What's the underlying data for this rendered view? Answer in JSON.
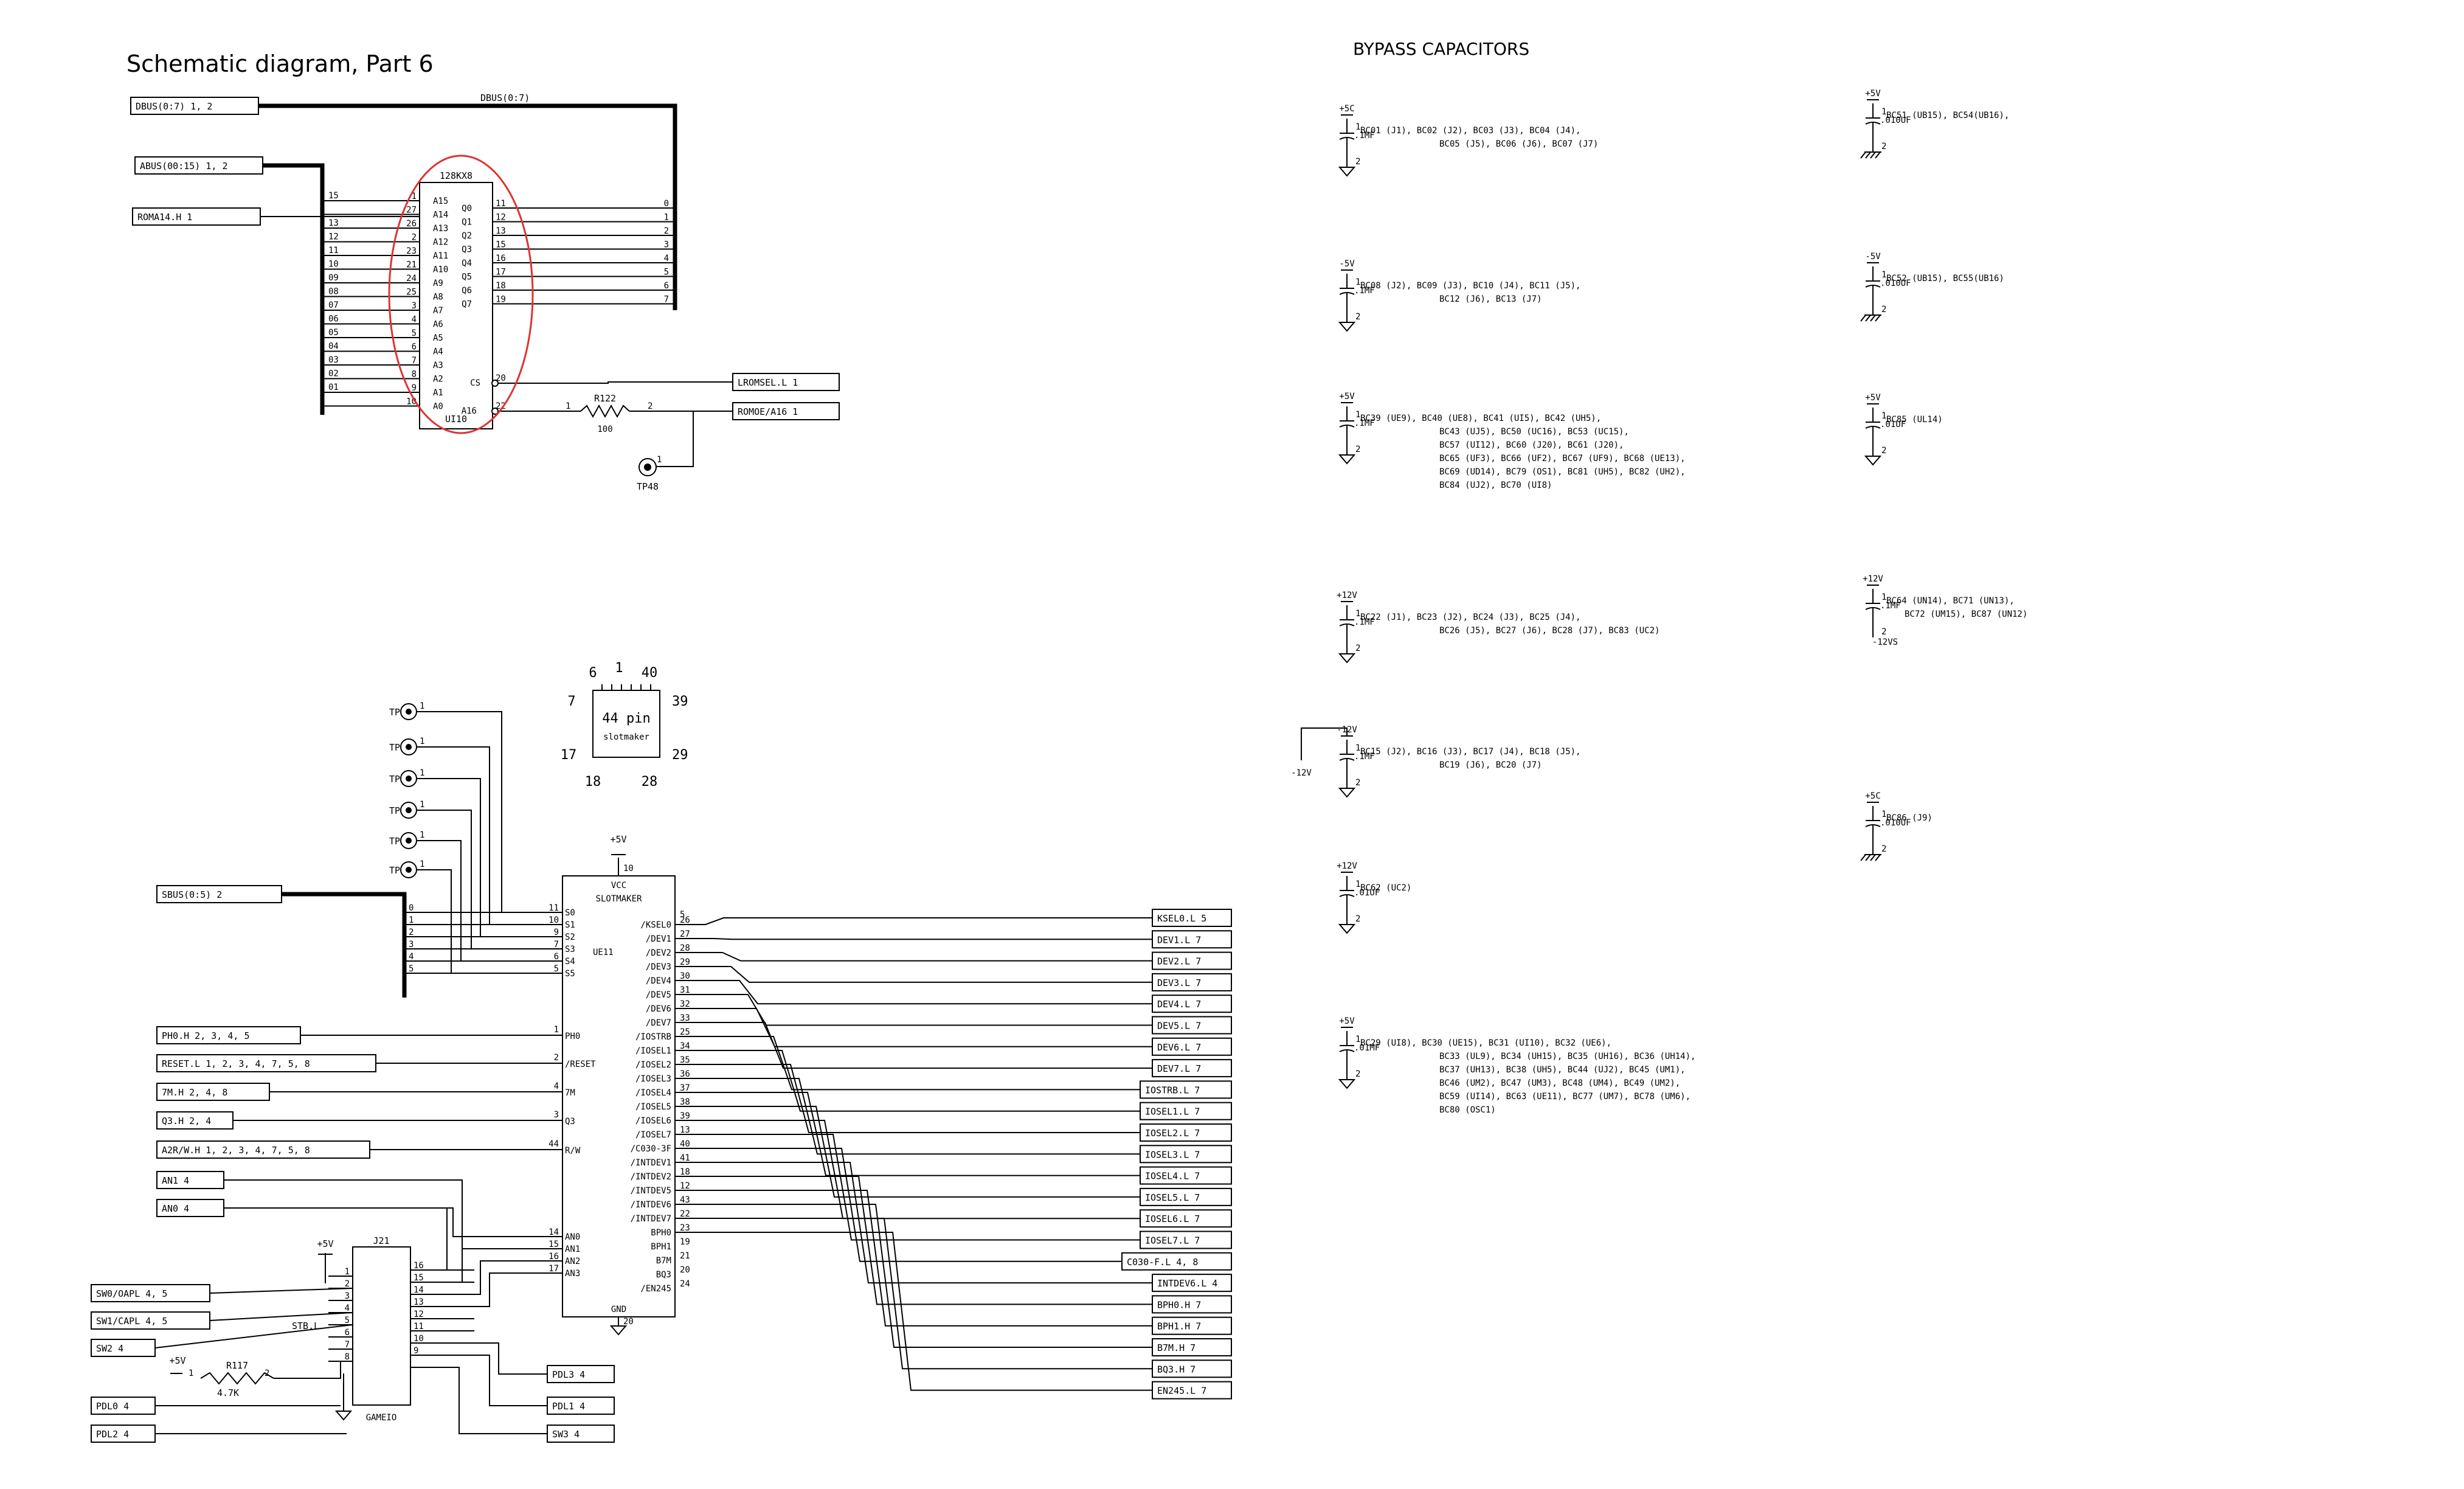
{
  "titles": {
    "schematic": "Schematic diagram, Part 6",
    "bypass": "BYPASS CAPACITORS"
  },
  "rom": {
    "inputs": [
      {
        "label": "DBUS(0:7) 1, 2"
      },
      {
        "label": "ABUS(00:15) 1, 2"
      },
      {
        "label": "ROMA14.H 1"
      }
    ],
    "dbus_label": "DBUS(0:7)",
    "part": "128KX8",
    "ref": "UI10",
    "addr_pins": [
      "A15",
      "A14",
      "A13",
      "A12",
      "A11",
      "A10",
      "A9",
      "A8",
      "A7",
      "A6",
      "A5",
      "A4",
      "A3",
      "A2",
      "A1",
      "A0"
    ],
    "addr_nums": [
      "1",
      "27",
      "26",
      "2",
      "23",
      "21",
      "24",
      "25",
      "3",
      "4",
      "5",
      "6",
      "7",
      "8",
      "9",
      "10"
    ],
    "bus_bits": [
      "15",
      "13",
      "12",
      "11",
      "10",
      "09",
      "08",
      "07",
      "06",
      "05",
      "04",
      "03",
      "02",
      "01",
      "00"
    ],
    "data_pins": [
      "Q0",
      "Q1",
      "Q2",
      "Q3",
      "Q4",
      "Q5",
      "Q6",
      "Q7"
    ],
    "data_nums": [
      "11",
      "12",
      "13",
      "15",
      "16",
      "17",
      "18",
      "19"
    ],
    "data_bits": [
      "0",
      "1",
      "2",
      "3",
      "4",
      "5",
      "6",
      "7"
    ],
    "cs_pin": "CS",
    "cs_num": "20",
    "a16_pin": "A16",
    "a16_num": "22",
    "r_ref": "R122",
    "r_val": "100",
    "r_pin1": "1",
    "r_pin2": "2",
    "outputs": [
      {
        "label": "LROMSEL.L 1"
      },
      {
        "label": "ROMOE/A16 1"
      }
    ],
    "tp": "TP48",
    "tp_pin": "1"
  },
  "package": {
    "text1": "44 pin",
    "text2": "slotmaker",
    "n6": "6",
    "n1": "1",
    "n40": "40",
    "n7": "7",
    "n39": "39",
    "n17": "17",
    "n29": "29",
    "n18": "18",
    "n28": "28"
  },
  "slot": {
    "vcc_label": "+5V",
    "vcc_pin": "10",
    "vcc": "VCC",
    "name": "SLOTMAKER",
    "ref": "UE11",
    "gnd": "GND",
    "gnd_pin": "20",
    "tps": [
      {
        "label": "TP55",
        "pin": "1"
      },
      {
        "label": "TP54",
        "pin": "1"
      },
      {
        "label": "TP53",
        "pin": "1"
      },
      {
        "label": "TP52",
        "pin": "1"
      },
      {
        "label": "TP51",
        "pin": "1"
      },
      {
        "label": "TP50",
        "pin": "1"
      }
    ],
    "sbus": {
      "label": "SBUS(0:5) 2"
    },
    "s_pins": [
      {
        "n": "11",
        "p": "S0",
        "b": "0"
      },
      {
        "n": "10",
        "p": "S1",
        "b": "1"
      },
      {
        "n": "9",
        "p": "S2",
        "b": "2"
      },
      {
        "n": "7",
        "p": "S3",
        "b": "3"
      },
      {
        "n": "6",
        "p": "S4",
        "b": "4"
      },
      {
        "n": "5",
        "p": "S5",
        "b": "5"
      }
    ],
    "left_inputs": [
      {
        "label": "PH0.H 2, 3, 4, 5",
        "n": "1",
        "p": "PH0"
      },
      {
        "label": "RESET.L 1, 2, 3, 4, 7, 5, 8",
        "n": "2",
        "p": "/RESET"
      },
      {
        "label": "7M.H 2, 4, 8",
        "n": "4",
        "p": "7M"
      },
      {
        "label": "Q3.H 2, 4",
        "n": "3",
        "p": "Q3"
      },
      {
        "label": "A2R/W.H 1, 2, 3, 4, 7, 5, 8",
        "n": "44",
        "p": "R/W"
      }
    ],
    "an_pins": [
      {
        "n": "14",
        "p": "AN0"
      },
      {
        "n": "15",
        "p": "AN1"
      },
      {
        "n": "16",
        "p": "AN2"
      },
      {
        "n": "17",
        "p": "AN3"
      }
    ],
    "an_inputs": [
      {
        "label": "AN1 4"
      },
      {
        "label": "AN0 4"
      }
    ],
    "right_pins": [
      {
        "p": "/KSEL0",
        "n": "26",
        "out": "KSEL0.L 5"
      },
      {
        "p": "/DEV1",
        "n": "27",
        "out": "DEV1.L 7"
      },
      {
        "p": "/DEV2",
        "n": "28",
        "out": "DEV2.L 7"
      },
      {
        "p": "/DEV3",
        "n": "29",
        "out": "DEV3.L 7"
      },
      {
        "p": "/DEV4",
        "n": "30",
        "out": "DEV4.L 7"
      },
      {
        "p": "/DEV5",
        "n": "31",
        "out": "DEV5.L 7"
      },
      {
        "p": "/DEV6",
        "n": "32",
        "out": "DEV6.L 7"
      },
      {
        "p": "/DEV7",
        "n": "33",
        "out": "DEV7.L 7"
      },
      {
        "p": "/IOSTRB",
        "n": "25",
        "out": "IOSTRB.L 7"
      },
      {
        "p": "/IOSEL1",
        "n": "34",
        "out": "IOSEL1.L 7"
      },
      {
        "p": "/IOSEL2",
        "n": "35",
        "out": "IOSEL2.L 7"
      },
      {
        "p": "/IOSEL3",
        "n": "36",
        "out": "IOSEL3.L 7"
      },
      {
        "p": "/IOSEL4",
        "n": "37",
        "out": "IOSEL4.L 7"
      },
      {
        "p": "/IOSEL5",
        "n": "38",
        "out": "IOSEL5.L 7"
      },
      {
        "p": "/IOSEL6",
        "n": "39",
        "out": "IOSEL6.L 7"
      },
      {
        "p": "/IOSEL7",
        "n": "13",
        "out": "IOSEL7.L 7"
      },
      {
        "p": "/C030-3F",
        "n": "40",
        "out": "C030-F.L 4, 8"
      },
      {
        "p": "/INTDEV1",
        "n": "41",
        "out": "INTDEV6.L 4"
      },
      {
        "p": "/INTDEV2",
        "n": "18",
        "out": "BPH0.H 7"
      },
      {
        "p": "/INTDEV5",
        "n": "12",
        "out": "BPH1.H 7"
      },
      {
        "p": "/INTDEV6",
        "n": "43",
        "out": "B7M.H 7"
      },
      {
        "p": "/INTDEV7",
        "n": "22",
        "out": "BQ3.H 7"
      },
      {
        "p": "BPH0",
        "n": "23",
        "out": "EN245.L 7"
      },
      {
        "p": "BPH1",
        "n": "19",
        "out": ""
      },
      {
        "p": "B7M",
        "n": "21",
        "out": ""
      },
      {
        "p": "BQ3",
        "n": "20",
        "out": ""
      },
      {
        "p": "/EN245",
        "n": "24",
        "out": ""
      }
    ],
    "pin5": "5"
  },
  "game": {
    "ref": "J21",
    "name": "GAMEIO",
    "vcc": "+5V",
    "left_nums": [
      "1",
      "2",
      "3",
      "4",
      "5",
      "6",
      "7",
      "8"
    ],
    "right_nums": [
      "16",
      "15",
      "14",
      "13",
      "12",
      "11",
      "10",
      "9"
    ],
    "left_inputs": [
      {
        "label": "SW0/OAPL 4, 5"
      },
      {
        "label": "SW1/CAPL 4, 5"
      },
      {
        "label": "SW2 4"
      },
      {
        "label": "PDL0 4"
      },
      {
        "label": "PDL2 4"
      }
    ],
    "stb": "STB.L",
    "r_ref": "R117",
    "r_val": "4.7K",
    "r_vcc": "+5V",
    "r_p1": "1",
    "r_p2": "2",
    "right_outputs": [
      {
        "label": "PDL3 4"
      },
      {
        "label": "PDL1 4"
      },
      {
        "label": "SW3 4"
      }
    ]
  },
  "caps": [
    {
      "rail": "+5C",
      "val": ".1MF",
      "lines": [
        "BC01 (J1), BC02 (J2), BC03 (J3), BC04 (J4),",
        "BC05 (J5), BC06 (J6), BC07 (J7)"
      ],
      "gnd": "triangle"
    },
    {
      "rail": "-5V",
      "val": ".1MF",
      "lines": [
        "BC08 (J2), BC09 (J3), BC10 (J4), BC11 (J5),",
        "BC12 (J6), BC13 (J7)"
      ],
      "gnd": "triangle"
    },
    {
      "rail": "+5V",
      "val": ".1MF",
      "lines": [
        "BC39 (UE9), BC40 (UE8), BC41 (UI5), BC42 (UH5),",
        "BC43 (UJ5), BC50 (UC16), BC53 (UC15),",
        "BC57 (UI12), BC60 (J20), BC61 (J20),",
        "BC65 (UF3), BC66 (UF2), BC67 (UF9), BC68 (UE13),",
        "BC69 (UD14), BC79 (OS1), BC81 (UH5), BC82 (UH2),",
        "BC84 (UJ2), BC70 (UI8)"
      ],
      "gnd": "triangle"
    },
    {
      "rail": "+12V",
      "val": ".1MF",
      "lines": [
        "BC22 (J1), BC23 (J2), BC24 (J3), BC25 (J4),",
        "BC26 (J5), BC27 (J6), BC28 (J7), BC83 (UC2)"
      ],
      "gnd": "triangle"
    },
    {
      "rail": "-12V",
      "val": ".1MF",
      "lines": [
        "BC15 (J2), BC16 (J3), BC17 (J4), BC18 (J5),",
        "BC19 (J6), BC20 (J7)"
      ],
      "gnd": "triangle"
    },
    {
      "rail": "+12V",
      "val": ".01UF",
      "lines": [
        "BC62 (UC2)"
      ],
      "gnd": "triangle"
    },
    {
      "rail": "+5V",
      "val": ".01MF",
      "lines": [
        "BC29 (UI8), BC30 (UE15), BC31 (UI10), BC32 (UE6),",
        "BC33 (UL9), BC34 (UH15), BC35 (UH16), BC36 (UH14),",
        "BC37 (UH13), BC38 (UH5), BC44 (UJ2), BC45 (UM1),",
        "BC46 (UM2), BC47 (UM3), BC48 (UM4), BC49 (UM2),",
        "BC59 (UI14), BC63 (UE11), BC77 (UM7), BC78 (UM6),",
        "BC80 (OSC1)"
      ],
      "gnd": "triangle"
    }
  ],
  "caps_right": [
    {
      "rail": "+5V",
      "val": ".010UF",
      "lines": [
        "BC51 (UB15), BC54(UB16),"
      ],
      "gnd": "hatch"
    },
    {
      "rail": "-5V",
      "val": ".010UF",
      "lines": [
        "BC52 (UB15), BC55(UB16)"
      ],
      "gnd": "hatch"
    },
    {
      "rail": "+5V",
      "val": ".01UF",
      "lines": [
        "BC85 (UL14)"
      ],
      "gnd": "triangle"
    },
    {
      "rail": "+12V",
      "val": ".1MF",
      "lines": [
        "BC64 (UN14), BC71 (UN13),",
        "BC72 (UM15), BC87 (UN12)"
      ],
      "gnd": "none",
      "bottom": "-12VS"
    },
    {
      "rail": "+5C",
      "val": ".010UF",
      "lines": [
        "BC86 (J9)"
      ],
      "gnd": "hatch"
    }
  ]
}
